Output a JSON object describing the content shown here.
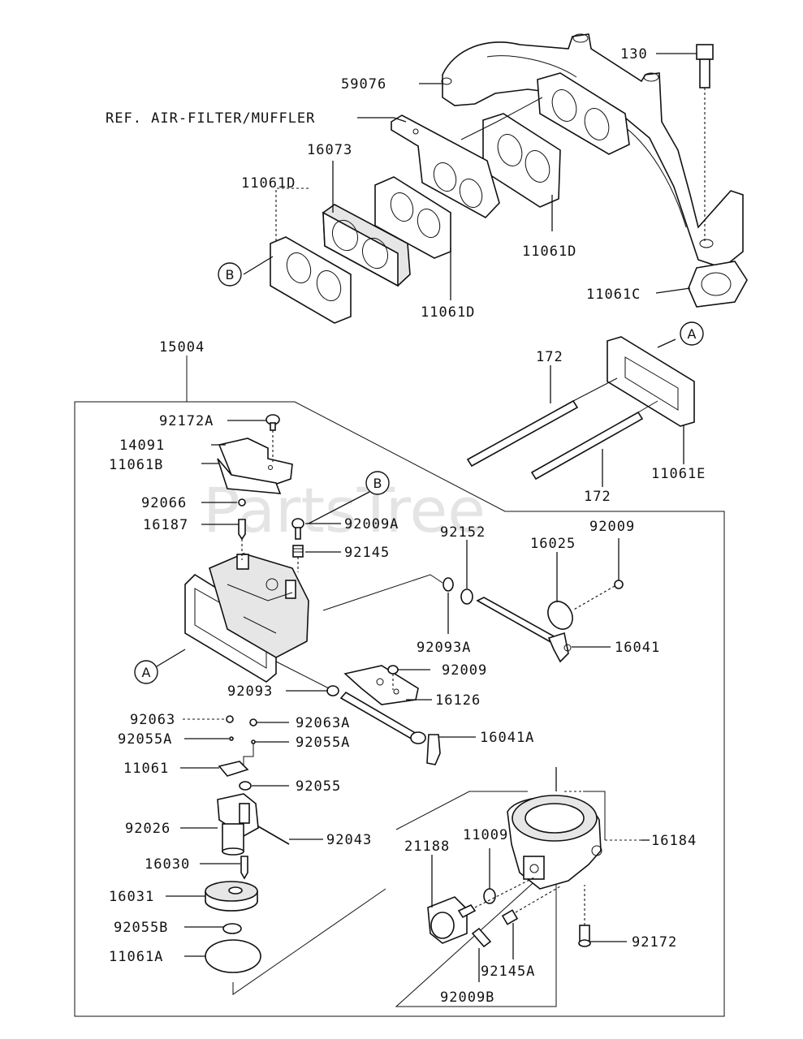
{
  "watermark": "PartsTree",
  "callouts": {
    "A_top": "A",
    "A_left": "A",
    "B_top": "B",
    "B_left": "B"
  },
  "labels": {
    "p130": "130",
    "p59076": "59076",
    "ref_air_filter": "REF. AIR-FILTER/MUFFLER",
    "p16073": "16073",
    "p11061D_a": "11061D",
    "p11061D_b": "11061D",
    "p11061D_c": "11061D",
    "p11061C": "11061C",
    "p15004": "15004",
    "p172_a": "172",
    "p172_b": "172",
    "p11061E": "11061E",
    "p92172A": "92172A",
    "p14091": "14091",
    "p11061B": "11061B",
    "p92066": "92066",
    "p16187": "16187",
    "p92009A": "92009A",
    "p92145": "92145",
    "p92152": "92152",
    "p16025": "16025",
    "p92009_a": "92009",
    "p92093A": "92093A",
    "p16041": "16041",
    "p92009_b": "92009",
    "p92093": "92093",
    "p16126": "16126",
    "p92063": "92063",
    "p92063A": "92063A",
    "p92055A_a": "92055A",
    "p92055A_b": "92055A",
    "p16041A": "16041A",
    "p11061": "11061",
    "p92055": "92055",
    "p92026": "92026",
    "p92043": "92043",
    "p16030": "16030",
    "p16031": "16031",
    "p92055B": "92055B",
    "p11061A": "11061A",
    "p21188": "21188",
    "p11009": "11009",
    "p16184": "16184",
    "p92172": "92172",
    "p92145A": "92145A",
    "p92009B": "92009B"
  }
}
